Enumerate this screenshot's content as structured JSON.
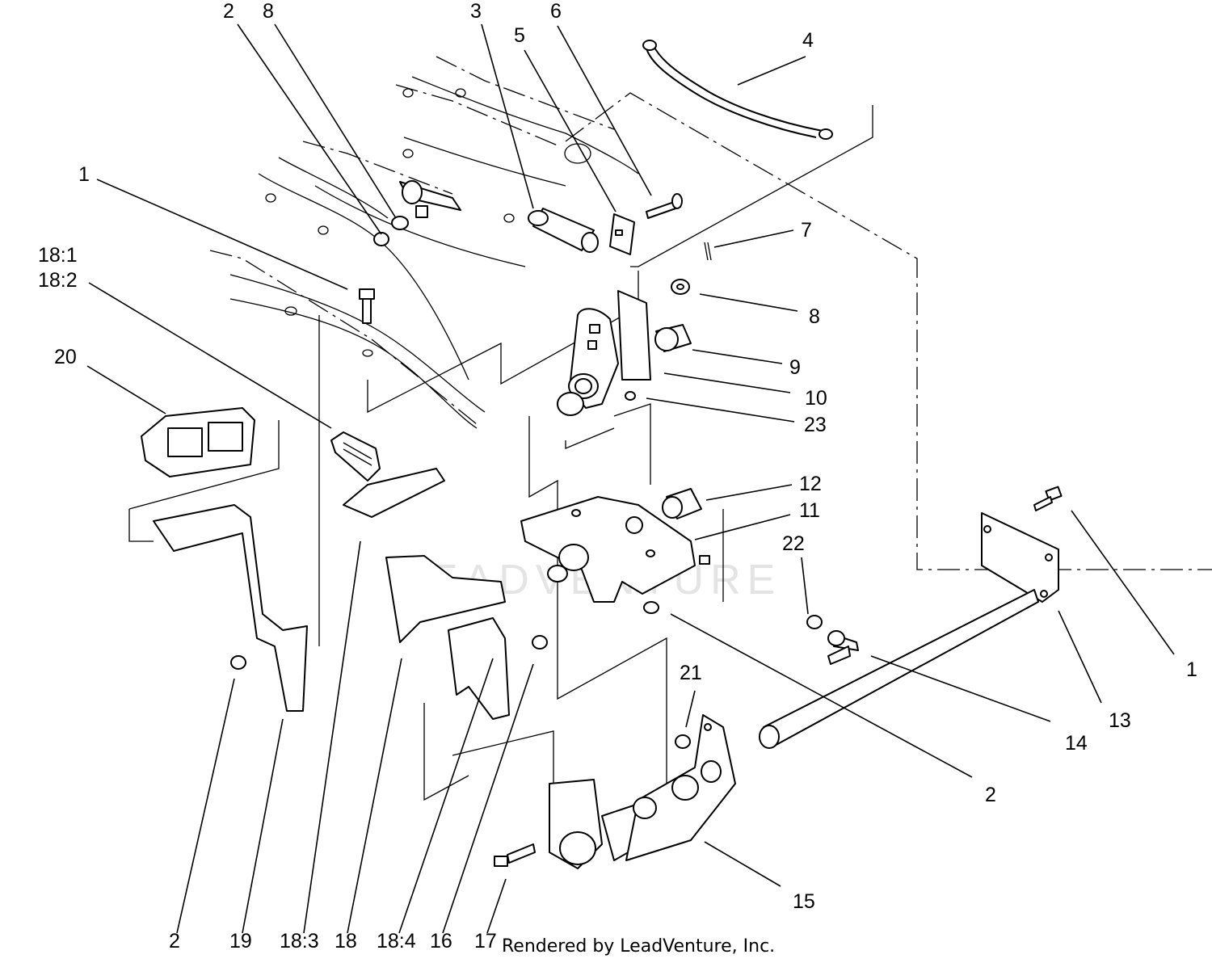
{
  "credit": "Rendered by LeadVenture, Inc.",
  "watermark": "LEADVENTURE",
  "callouts": [
    {
      "id": "c-2-top",
      "text": "2"
    },
    {
      "id": "c-8-top",
      "text": "8"
    },
    {
      "id": "c-3",
      "text": "3"
    },
    {
      "id": "c-5",
      "text": "5"
    },
    {
      "id": "c-6",
      "text": "6"
    },
    {
      "id": "c-4",
      "text": "4"
    },
    {
      "id": "c-1-left",
      "text": "1"
    },
    {
      "id": "c-7",
      "text": "7"
    },
    {
      "id": "c-8-right",
      "text": "8"
    },
    {
      "id": "c-18-1",
      "text": "18:1"
    },
    {
      "id": "c-18-2",
      "text": "18:2"
    },
    {
      "id": "c-9",
      "text": "9"
    },
    {
      "id": "c-20",
      "text": "20"
    },
    {
      "id": "c-10",
      "text": "10"
    },
    {
      "id": "c-23",
      "text": "23"
    },
    {
      "id": "c-12",
      "text": "12"
    },
    {
      "id": "c-11",
      "text": "11"
    },
    {
      "id": "c-22",
      "text": "22"
    },
    {
      "id": "c-1-right",
      "text": "1"
    },
    {
      "id": "c-21",
      "text": "21"
    },
    {
      "id": "c-13",
      "text": "13"
    },
    {
      "id": "c-14",
      "text": "14"
    },
    {
      "id": "c-2-right",
      "text": "2"
    },
    {
      "id": "c-15",
      "text": "15"
    },
    {
      "id": "c-2-bottom",
      "text": "2"
    },
    {
      "id": "c-19",
      "text": "19"
    },
    {
      "id": "c-18-3",
      "text": "18:3"
    },
    {
      "id": "c-18",
      "text": "18"
    },
    {
      "id": "c-18-4",
      "text": "18:4"
    },
    {
      "id": "c-16",
      "text": "16"
    },
    {
      "id": "c-17",
      "text": "17"
    }
  ]
}
